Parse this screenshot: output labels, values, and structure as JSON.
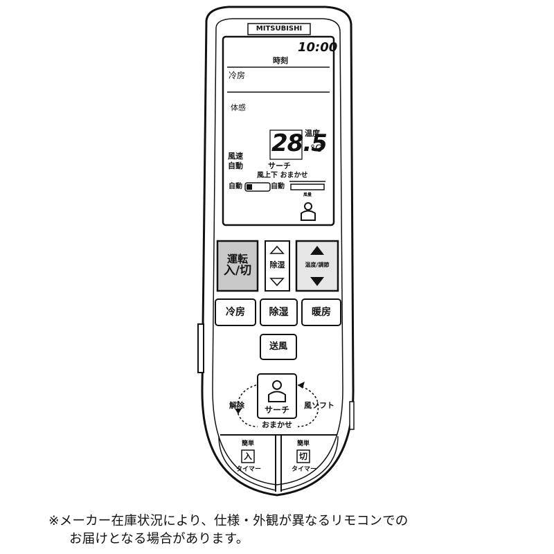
{
  "brand": "MITSUBISHI",
  "display": {
    "clock": "10:00",
    "clock_label": "時刻",
    "mode": "冷房",
    "feel_label": "体感",
    "temperature": "28.5",
    "temp_label": "温度",
    "temp_unit": "°C",
    "fan_label": "風速",
    "fan_value": "自動",
    "search_label": "サーチ",
    "vane_label": "風上下 おまかせ",
    "auto_left": "自動",
    "auto_right": "自動",
    "wind_label": "風量"
  },
  "buttons": {
    "power": [
      "運転",
      "入/切"
    ],
    "dehumid_adjust": "除湿",
    "temp_adjust": "温度/調節",
    "cool": "冷房",
    "dry": "除湿",
    "heat": "暖房",
    "fan": "送風",
    "search": "サーチ",
    "cancel": "解除",
    "soft": "風ソフト",
    "omakase": "おまかせ",
    "simple_label": "簡単",
    "on_timer_mark": "入",
    "off_timer_mark": "切",
    "on_timer_label": "タイマー",
    "off_timer_label": "タイマー"
  },
  "notice": {
    "line1": "※メーカー在庫状況により、仕様・外観が異なるリモコンでの",
    "line2": "お届けとなる場合があります。"
  },
  "colors": {
    "ink": "#111111",
    "background": "#ffffff",
    "power_button": "#c8c8c8",
    "lcd": "#ffffff"
  }
}
